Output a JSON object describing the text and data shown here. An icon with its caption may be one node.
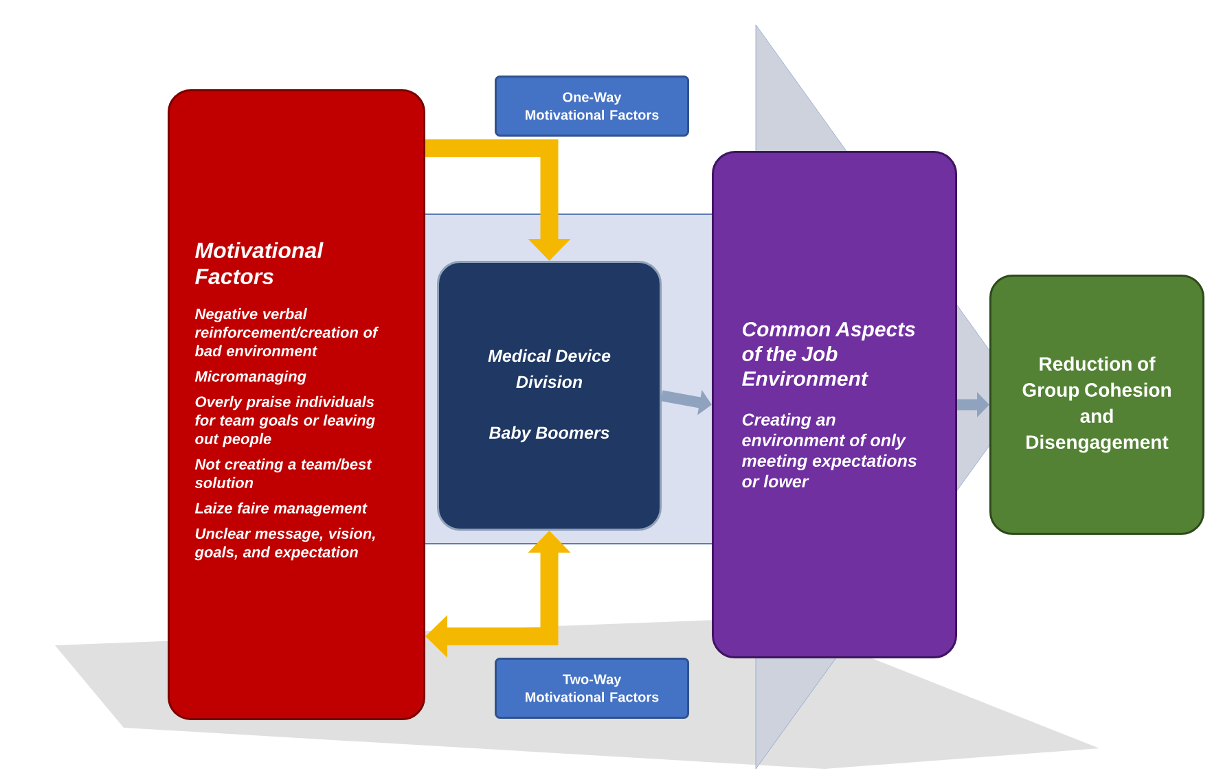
{
  "diagram": {
    "nodes": [
      {
        "text": [
          "Motivational Factors",
          "Negative verbal reinforcement/creation of bad environment",
          "Micromanaging",
          "Overly praise individuals for team goals or leaving out people",
          "Not creating a team/best solution",
          "Laize faire management",
          "Unclear message, vision, goals, and expectation"
        ]
      },
      {
        "text": [
          "Medical Device Division",
          "Baby Boomers"
        ]
      },
      {
        "text": [
          "Common Aspects of the Job Environment",
          "Creating an environment of only meeting expectations or lower"
        ]
      },
      {
        "text": [
          "Reduction of Group Cohesion and Disengagement"
        ]
      },
      {
        "text": [
          "One-Way Motivational Factors"
        ]
      },
      {
        "text": [
          "Two-Way Motivational Factors"
        ]
      }
    ],
    "edges": [
      {
        "from": 0,
        "to": 1,
        "arrow": "to",
        "color": "#f5b800"
      },
      {
        "from": 1,
        "to": 0,
        "arrow": "both",
        "color": "#f5b800"
      },
      {
        "from": 1,
        "to": 2,
        "arrow": "to",
        "color": "#8fa3bf"
      },
      {
        "from": 2,
        "to": 3,
        "arrow": "to",
        "color": "#8fa3bf"
      }
    ]
  }
}
